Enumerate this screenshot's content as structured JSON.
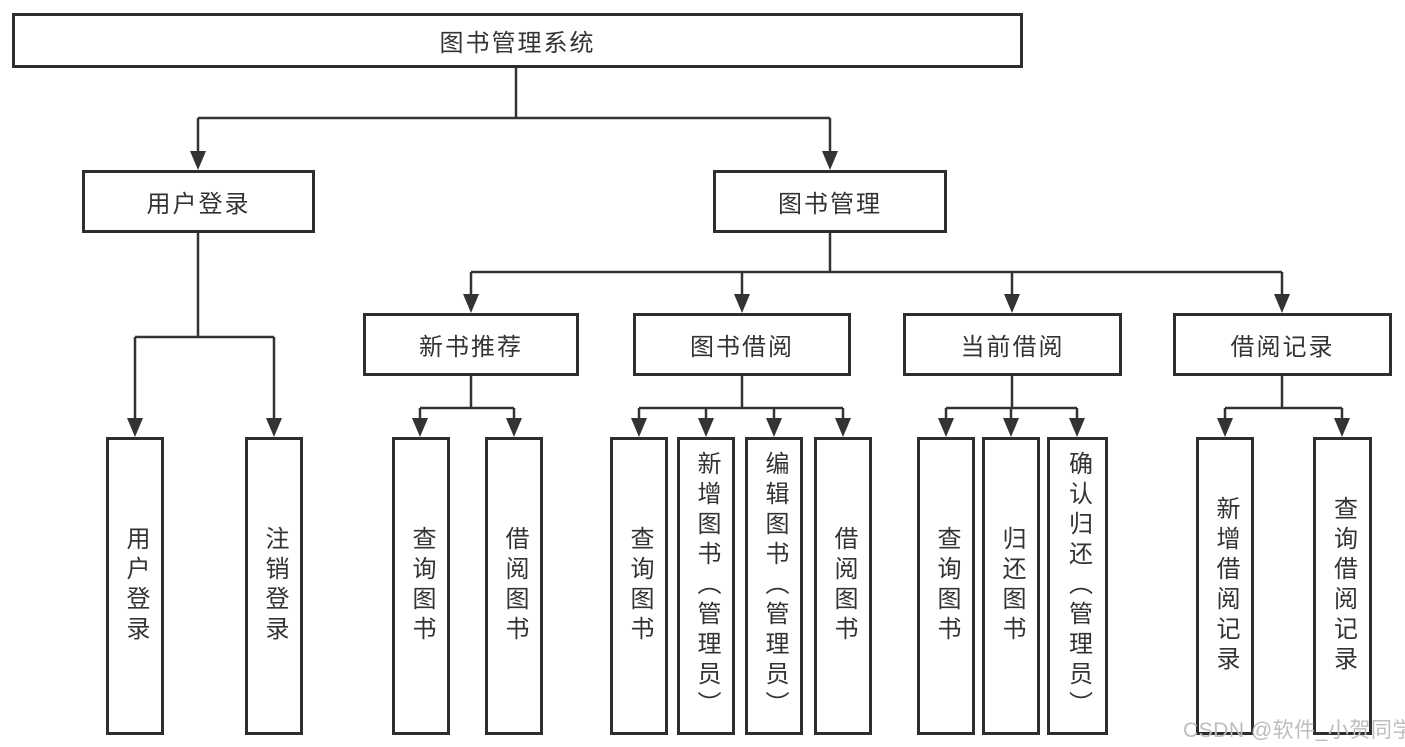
{
  "tree": {
    "root": {
      "label": "图书管理系统",
      "children": [
        {
          "label": "用户登录",
          "children": [
            {
              "label": "用户登录"
            },
            {
              "label": "注销登录"
            }
          ]
        },
        {
          "label": "图书管理",
          "children": [
            {
              "label": "新书推荐",
              "children": [
                {
                  "label": "查询图书"
                },
                {
                  "label": "借阅图书"
                }
              ]
            },
            {
              "label": "图书借阅",
              "children": [
                {
                  "label": "查询图书"
                },
                {
                  "label": "新增图书（管理员）"
                },
                {
                  "label": "编辑图书（管理员）"
                },
                {
                  "label": "借阅图书"
                }
              ]
            },
            {
              "label": "当前借阅",
              "children": [
                {
                  "label": "查询图书"
                },
                {
                  "label": "归还图书"
                },
                {
                  "label": "确认归还（管理员）"
                }
              ]
            },
            {
              "label": "借阅记录",
              "children": [
                {
                  "label": "新增借阅记录"
                },
                {
                  "label": "查询借阅记录"
                }
              ]
            }
          ]
        }
      ]
    }
  },
  "watermark": "CSDN @软件_小贺同学",
  "colors": {
    "line": "#333333",
    "box_border": "#2e2e2e",
    "text": "#333333",
    "watermark": "#bdbdbd",
    "background": "#ffffff"
  }
}
